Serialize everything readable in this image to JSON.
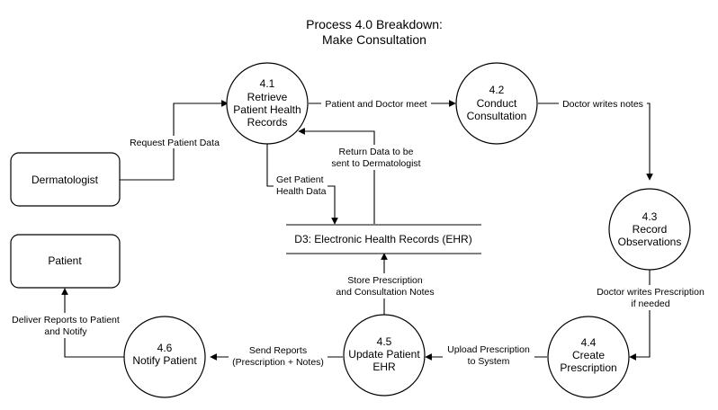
{
  "title": [
    "Process 4.0 Breakdown:",
    "Make Consultation"
  ],
  "nodes": {
    "p41": [
      "4.1",
      "Retrieve",
      "Patient Health",
      "Records"
    ],
    "p42": [
      "4.2",
      "Conduct",
      "Consultation"
    ],
    "p43": [
      "4.3",
      "Record",
      "Observations"
    ],
    "p44": [
      "4.4",
      "Create",
      "Prescription"
    ],
    "p45": [
      "4.5",
      "Update Patient",
      "EHR"
    ],
    "p46": [
      "4.6",
      "Notify Patient"
    ],
    "dermatologist": [
      "Dermatologist"
    ],
    "patient": [
      "Patient"
    ],
    "d3": [
      "D3: Electronic Health Records (EHR)"
    ]
  },
  "edges": {
    "request": [
      "Request Patient Data"
    ],
    "meet": [
      "Patient and Doctor meet"
    ],
    "notes": [
      "Doctor writes notes"
    ],
    "prescription": [
      "Doctor writes Prescription",
      "if needed"
    ],
    "upload": [
      "Upload Prescription",
      "to System"
    ],
    "store": [
      "Store Prescription",
      "and Consultation Notes"
    ],
    "send": [
      "Send Reports",
      "(Prescription + Notes)"
    ],
    "deliver": [
      "Deliver Reports to Patient",
      "and Notify"
    ],
    "get": [
      "Get Patient",
      "Health Data"
    ],
    "return": [
      "Return Data to be",
      "sent to Dermatologist"
    ]
  }
}
